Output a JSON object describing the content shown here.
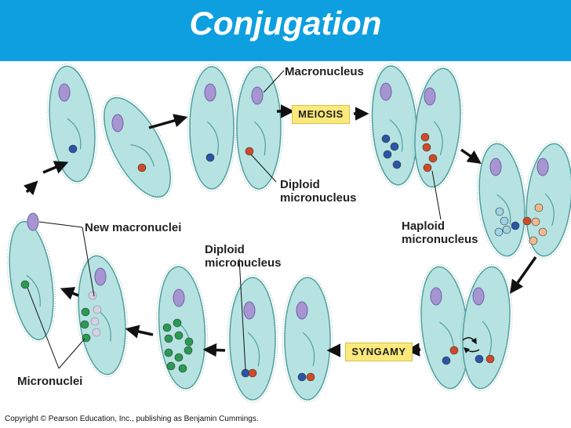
{
  "title": "Conjugation",
  "labels": {
    "macronucleus": "Macronucleus",
    "diploid_micronucleus_1": "Diploid\nmicronucleus",
    "haploid_micronucleus": "Haploid\nmicronucleus",
    "new_macronuclei": "New macronuclei",
    "diploid_micronucleus_2": "Diploid\nmicronucleus",
    "micronuclei": "Micronuclei"
  },
  "stages": {
    "meiosis": "MEIOSIS",
    "syngamy": "SYNGAMY"
  },
  "copyright": "Copyright © Pearson Education, Inc., publishing as Benjamin Cummings.",
  "colors": {
    "banner": "#0e9fe0",
    "cell_fill": "#b6e3e2",
    "cell_stroke": "#4f9e9c",
    "macronucleus": "#a795d2",
    "blue_nucleus": "#2a55a8",
    "red_nucleus": "#d04a2a",
    "green_nucleus": "#2a9a52",
    "stage_box": "#fbe97b"
  }
}
